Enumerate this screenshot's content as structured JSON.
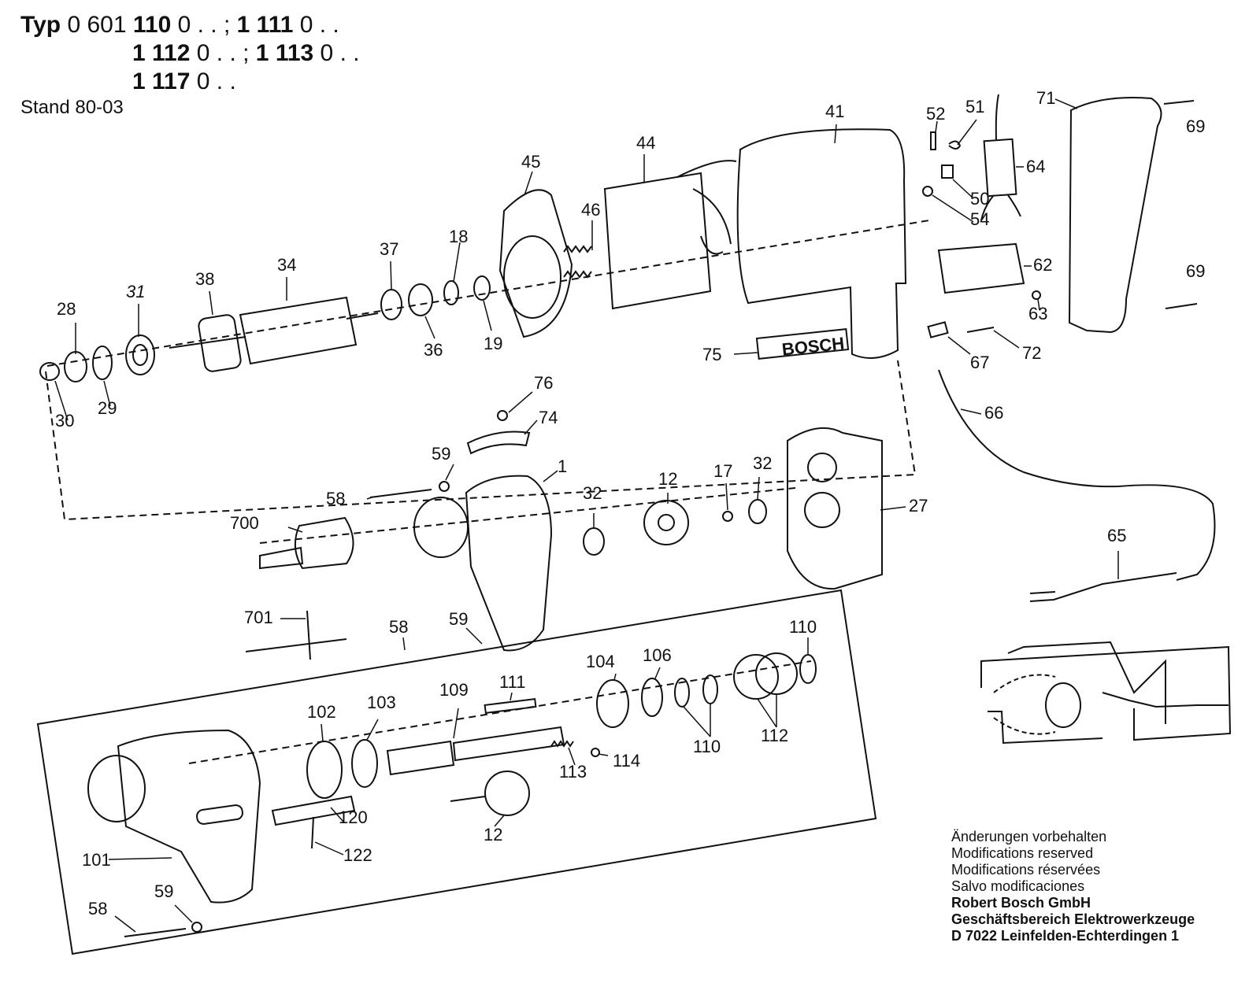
{
  "header": {
    "line1": {
      "prefix": "Typ",
      "a": " 0 601 ",
      "b": "110",
      "c": " 0 . . ; ",
      "d": "1 111",
      "e": " 0 . ."
    },
    "line2": {
      "a": "1 112",
      "b": " 0 . . ; ",
      "c": "1 113",
      "d": " 0 . ."
    },
    "line3": {
      "a": "1 117",
      "b": " 0 . ."
    },
    "stand": "Stand 80-03"
  },
  "brand_label": "BOSCH",
  "part_numbers": [
    "1",
    "12",
    "17",
    "18",
    "19",
    "27",
    "28",
    "29",
    "30",
    "31",
    "32",
    "34",
    "36",
    "37",
    "38",
    "41",
    "44",
    "45",
    "46",
    "50",
    "51",
    "52",
    "54",
    "58",
    "59",
    "62",
    "63",
    "64",
    "65",
    "66",
    "67",
    "69",
    "71",
    "72",
    "74",
    "75",
    "76",
    "101",
    "102",
    "103",
    "104",
    "106",
    "109",
    "110",
    "111",
    "112",
    "113",
    "114",
    "120",
    "122",
    "700",
    "701"
  ],
  "labels": {
    "l28": "28",
    "l31": "31",
    "l38": "38",
    "l34": "34",
    "l37": "37",
    "l18": "18",
    "l45": "45",
    "l46": "46",
    "l44": "44",
    "l41": "41",
    "l52": "52",
    "l51": "51",
    "l71": "71",
    "l69a": "69",
    "l64": "64",
    "l50": "50",
    "l54": "54",
    "l62": "62",
    "l69b": "69",
    "l63": "63",
    "l30": "30",
    "l29": "29",
    "l36": "36",
    "l19": "19",
    "l75": "75",
    "l72": "72",
    "l67": "67",
    "l66": "66",
    "l76": "76",
    "l74": "74",
    "l59a": "59",
    "l1": "1",
    "l58a": "58",
    "l700": "700",
    "l32a": "32",
    "l12a": "12",
    "l17": "17",
    "l32b": "32",
    "l27": "27",
    "l65": "65",
    "l701": "701",
    "l58b": "58",
    "l59b": "59",
    "l110a": "110",
    "l106": "106",
    "l104": "104",
    "l111": "111",
    "l109": "109",
    "l103": "103",
    "l102": "102",
    "l113": "113",
    "l114": "114",
    "l110b": "110",
    "l112": "112",
    "l120": "120",
    "l122": "122",
    "l12b": "12",
    "l101": "101",
    "l59c": "59",
    "l58c": "58"
  },
  "footer": {
    "line1": "Änderungen vorbehalten",
    "line2": "Modifications reserved",
    "line3": "Modifications réservées",
    "line4": "Salvo modificaciones",
    "company": "Robert Bosch GmbH",
    "division": "Geschäftsbereich Elektrowerkzeuge",
    "address": "D 7022 Leinfelden-Echterdingen 1"
  }
}
